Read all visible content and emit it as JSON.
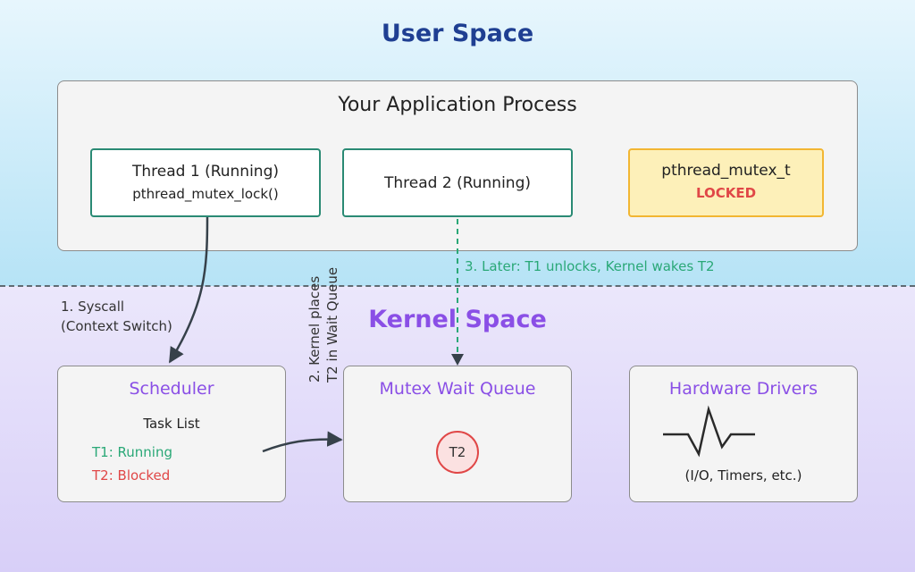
{
  "user_space": {
    "title": "User Space",
    "app_process": {
      "title": "Your Application Process",
      "thread1": {
        "title": "Thread 1 (Running)",
        "call": "pthread_mutex_lock()"
      },
      "thread2": {
        "title": "Thread 2 (Running)"
      },
      "mutex": {
        "name": "pthread_mutex_t",
        "state": "LOCKED"
      }
    }
  },
  "kernel_space": {
    "title": "Kernel Space",
    "scheduler": {
      "title": "Scheduler",
      "task_list_heading": "Task List",
      "tasks": [
        "T1: Running",
        "T2: Blocked"
      ]
    },
    "wait_queue": {
      "title": "Mutex Wait Queue",
      "item": "T2"
    },
    "hardware": {
      "title": "Hardware Drivers",
      "caption": "(I/O, Timers, etc.)"
    }
  },
  "arrows": {
    "step1": [
      "1. Syscall",
      "(Context Switch)"
    ],
    "step2": [
      "2. Kernel places",
      "T2 in Wait Queue"
    ],
    "step3": "3. Later: T1 unlocks, Kernel wakes T2"
  },
  "colors": {
    "user_title": "#1f3f92",
    "kernel_accent": "#8a4fe6",
    "thread_border": "#2a8a74",
    "mutex_fill": "#fdf0b9",
    "mutex_border": "#f2b632",
    "locked": "#e04747",
    "running": "#2aa877",
    "blocked": "#e04747"
  }
}
